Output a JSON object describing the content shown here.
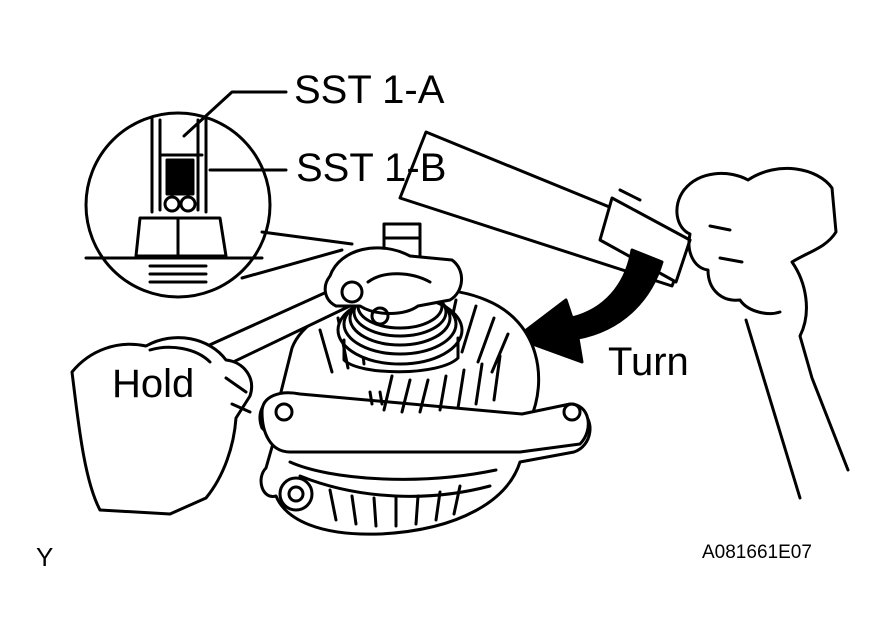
{
  "labels": {
    "sst_1a": "SST 1-A",
    "sst_1b": "SST 1-B",
    "turn": "Turn",
    "hold": "Hold",
    "corner_mark": "Y",
    "figure_code": "A081661E07"
  },
  "colors": {
    "ink": "#000000",
    "paper": "#ffffff"
  }
}
